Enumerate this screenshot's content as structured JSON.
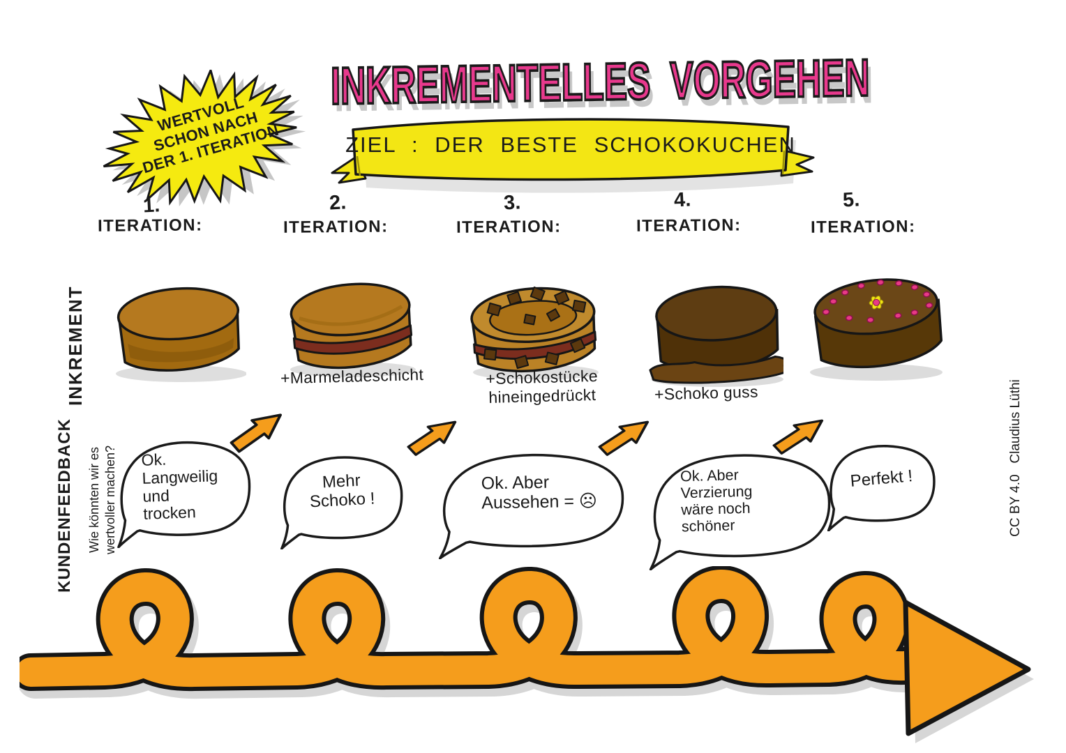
{
  "title": "INKREMENTELLES VORGEHEN",
  "banner": {
    "text": "ZIEL : DER BESTE SCHOKOKUCHEN"
  },
  "starburst": {
    "line1": "WERTVOLL",
    "line2": "SCHON NACH",
    "line3": "DER 1. ITERATION"
  },
  "axis_labels": {
    "increment": "INKREMENT",
    "feedback": "KUNDENFEEDBACK",
    "feedback_question": "Wie könnten wir es\nwertvoller machen?"
  },
  "iterations": [
    {
      "number": "1.",
      "label": "ITERATION:",
      "caption": "",
      "feedback": "Ok.\nLangweilig\nund\ntrocken"
    },
    {
      "number": "2.",
      "label": "ITERATION:",
      "caption": "+Marmeladeschicht",
      "feedback": "Mehr\nSchoko !"
    },
    {
      "number": "3.",
      "label": "ITERATION:",
      "caption": "+Schokostücke\nhineingedrückt",
      "feedback": "Ok. Aber\nAussehen = ☹"
    },
    {
      "number": "4.",
      "label": "ITERATION:",
      "caption": "+Schoko guss",
      "feedback": "Ok. Aber\nVerzierung\nwäre noch\nschöner"
    },
    {
      "number": "5.",
      "label": "ITERATION:",
      "caption": "",
      "feedback": "Perfekt !"
    }
  ],
  "credit": "CC BY 4.0   Claudius Lüthi",
  "colors": {
    "pink": "#e8398d",
    "yellow": "#f3e614",
    "orange": "#f59d1c",
    "cake_light": "#b5791f",
    "jam": "#7c2d1e",
    "chocolate_dark": "#5e3d12",
    "glaze": "#6b4413"
  }
}
